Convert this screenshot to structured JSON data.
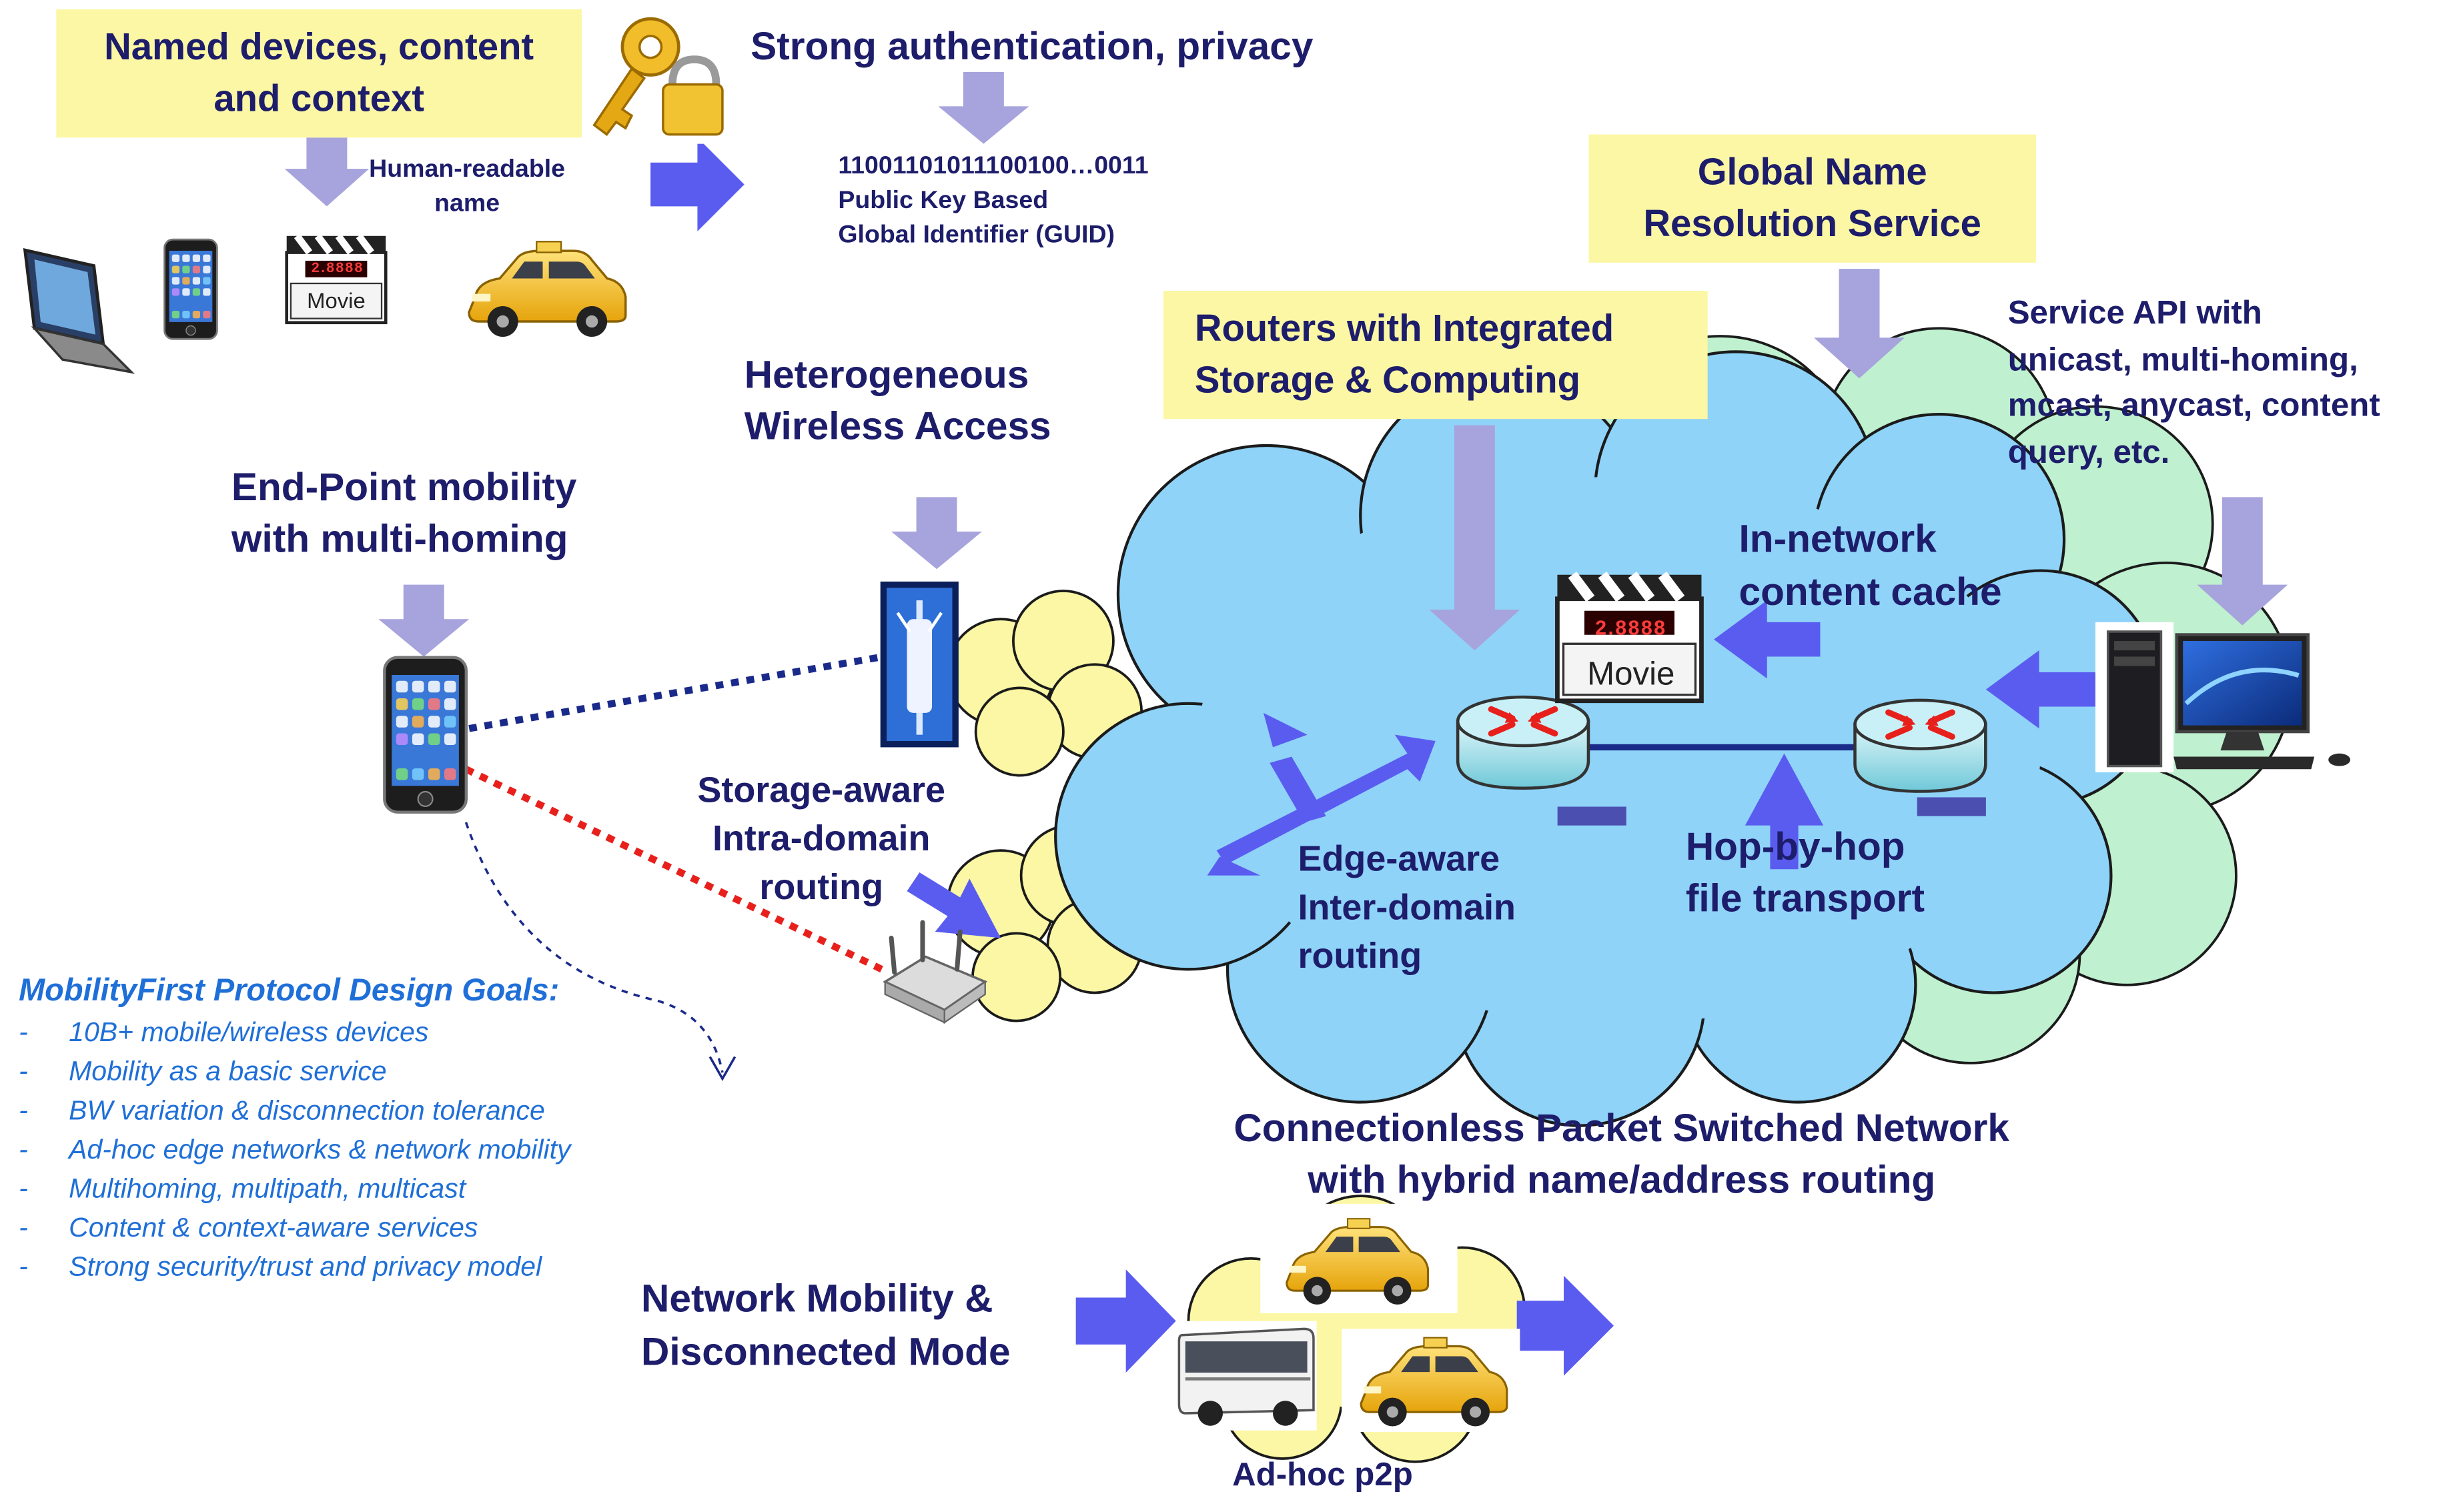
{
  "labels": {
    "named_devices": [
      "Named devices, content",
      "and context"
    ],
    "human_readable": [
      "Human-readable",
      "name"
    ],
    "strong_auth": "Strong authentication, privacy",
    "guid": [
      "11001101011100100…0011",
      "Public Key Based",
      "Global Identifier (GUID)"
    ],
    "gnrs": [
      "Global Name",
      "Resolution Service"
    ],
    "routers": [
      "Routers with Integrated",
      "Storage & Computing"
    ],
    "service_api": [
      "Service API with",
      "unicast, multi-homing,",
      "mcast, anycast, content",
      "query, etc."
    ],
    "hetero": [
      "Heterogeneous",
      "Wireless Access"
    ],
    "endpoint": [
      "End-Point mobility",
      "with multi-homing"
    ],
    "in_network": [
      "In-network",
      "content cache"
    ],
    "storage_aware": [
      "Storage-aware",
      "Intra-domain",
      "routing"
    ],
    "edge_aware": [
      "Edge-aware",
      "Inter-domain",
      "routing"
    ],
    "hop": [
      "Hop-by-hop",
      "file transport"
    ],
    "connectionless": [
      "Connectionless Packet Switched Network",
      "with hybrid name/address routing"
    ],
    "network_mobility": [
      "Network Mobility &",
      "Disconnected Mode"
    ],
    "adhoc": "Ad-hoc p2p",
    "movie": "Movie",
    "movie_counter": "2.8888"
  },
  "goals": {
    "title": "MobilityFirst Protocol Design Goals:",
    "dash": "-",
    "items": [
      "10B+ mobile/wireless devices",
      "Mobility as a basic service",
      "BW variation & disconnection tolerance",
      "Ad-hoc edge networks & network mobility",
      "Multihoming, multipath, multicast",
      "Content & context-aware services",
      "Strong security/trust and privacy model"
    ]
  },
  "colors": {
    "highlight": "#fbf7a4",
    "text": "#1d1d6b",
    "goals_text": "#1f6fd8",
    "arrow_lavender": "#a7a3dc",
    "arrow_blue": "#5a5cf0",
    "cloud_blue": "#8fd3f8",
    "cloud_green": "#bff0cf",
    "cloud_yellow": "#fbf7a4",
    "taxi": "#f3c21b",
    "blue_link": "#1a2a8a",
    "red_link": "#e8201c"
  },
  "icons": [
    "key-lock-icon",
    "laptop-icon",
    "phone-icon",
    "movie-clapper-icon",
    "taxi-icon",
    "base-station-icon",
    "wifi-router-icon",
    "network-router-icon",
    "desktop-computer-icon",
    "bus-icon",
    "cloud-icon"
  ]
}
